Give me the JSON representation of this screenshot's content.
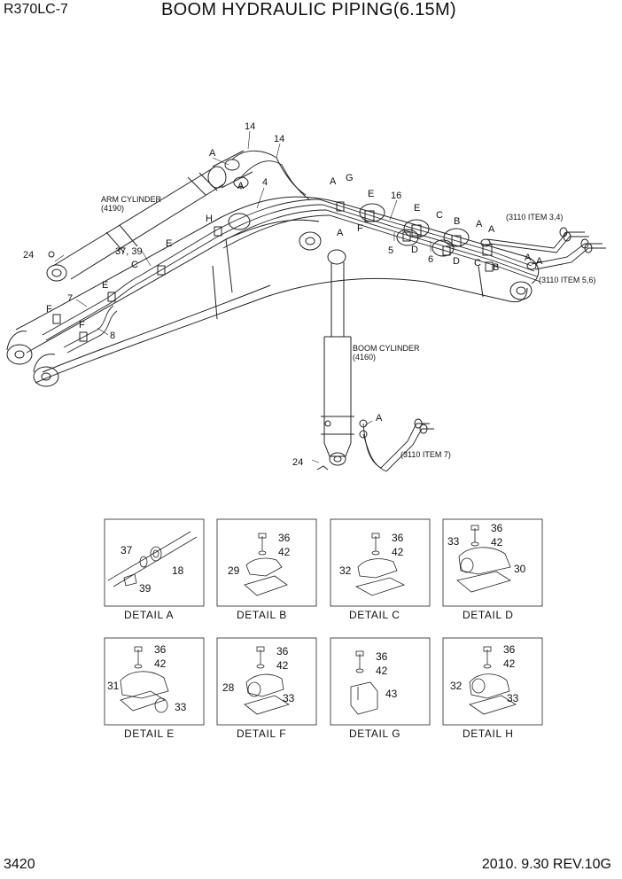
{
  "header": {
    "model": "R370LC-7",
    "title": "BOOM HYDRAULIC PIPING(6.15M)"
  },
  "footer": {
    "page_number": "3420",
    "revision": "2010. 9.30  REV.10G"
  },
  "main_drawing": {
    "component_labels": {
      "arm_cylinder": "ARM CYLINDER",
      "arm_cylinder_ref": "(4190)",
      "boom_cylinder": "BOOM CYLINDER",
      "boom_cylinder_ref": "(4160)",
      "item_3_4": "(3110 ITEM 3,4)",
      "item_5_6": "(3110 ITEM 5,6)",
      "item_7": "(3110 ITEM 7)"
    },
    "callouts": {
      "n14a": "14",
      "n14b": "14",
      "n4": "4",
      "n16": "16",
      "n5": "5",
      "n6": "6",
      "n7": "7",
      "n8": "8",
      "n24a": "24",
      "n24b": "24",
      "n3739": "37, 39",
      "A": "A",
      "B": "B",
      "C": "C",
      "D": "D",
      "E": "E",
      "F": "F",
      "G": "G",
      "H": "H"
    }
  },
  "details": [
    {
      "caption": "DETAIL  A",
      "parts": [
        "37",
        "18",
        "39"
      ]
    },
    {
      "caption": "DETAIL  B",
      "parts": [
        "36",
        "42",
        "29"
      ]
    },
    {
      "caption": "DETAIL  C",
      "parts": [
        "36",
        "42",
        "32"
      ]
    },
    {
      "caption": "DETAIL  D",
      "parts": [
        "36",
        "42",
        "33",
        "30"
      ]
    },
    {
      "caption": "DETAIL  E",
      "parts": [
        "36",
        "42",
        "31",
        "33"
      ]
    },
    {
      "caption": "DETAIL  F",
      "parts": [
        "36",
        "42",
        "28",
        "33"
      ]
    },
    {
      "caption": "DETAIL  G",
      "parts": [
        "36",
        "42",
        "43"
      ]
    },
    {
      "caption": "DETAIL  H",
      "parts": [
        "36",
        "42",
        "32",
        "33"
      ]
    }
  ]
}
